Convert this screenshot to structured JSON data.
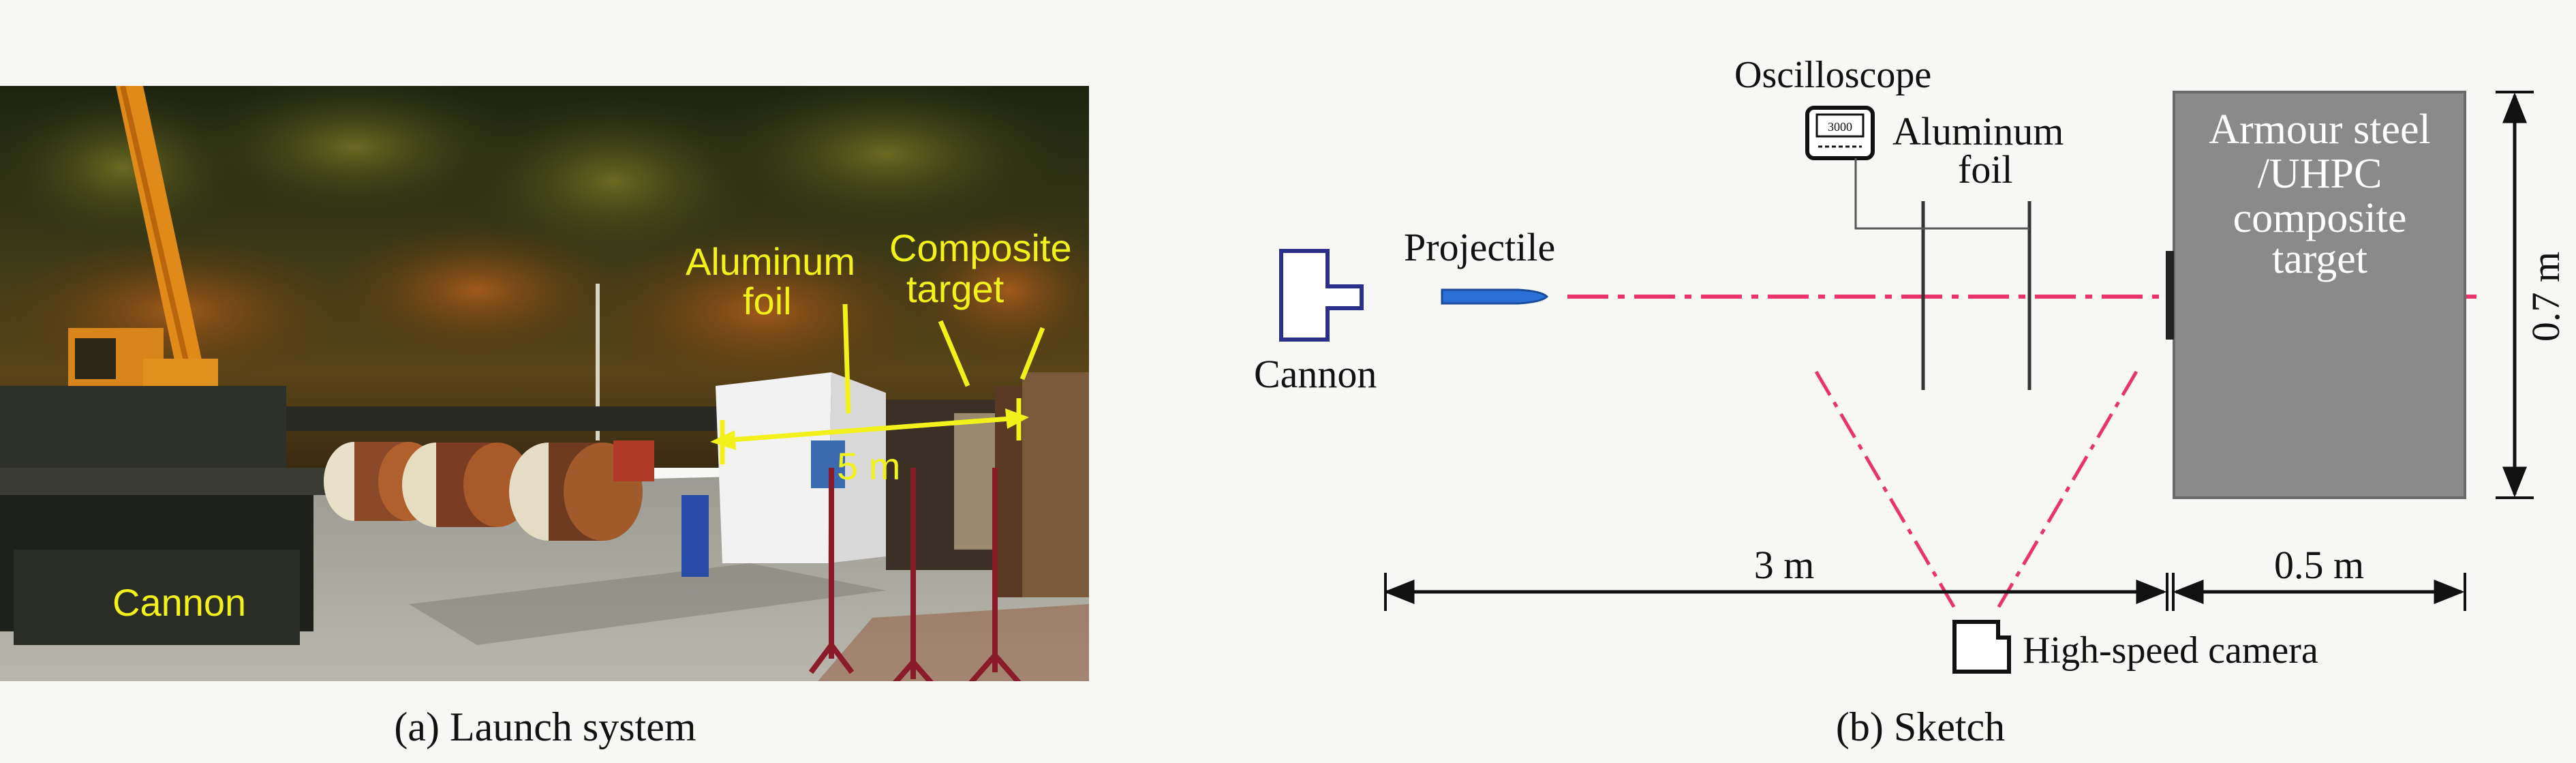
{
  "panel_a": {
    "caption": "(a) Launch system",
    "labels": {
      "aluminum_foil_1": "Aluminum",
      "aluminum_foil_2": "foil",
      "composite_target_1": "Composite",
      "composite_target_2": "target",
      "distance": "5 m",
      "cannon": "Cannon"
    }
  },
  "panel_b": {
    "caption": "(b) Sketch",
    "labels": {
      "oscilloscope": "Oscilloscope",
      "oscilloscope_screen": "3000",
      "aluminum_foil_1": "Aluminum",
      "aluminum_foil_2": "foil",
      "target_1": "Armour steel",
      "target_2": "/UHPC",
      "target_3": "composite",
      "target_4": "target",
      "projectile": "Projectile",
      "cannon": "Cannon",
      "height": "0.7 m",
      "distance_cannon_target": "3 m",
      "target_thickness": "0.5 m",
      "camera": "High-speed camera"
    }
  },
  "colors": {
    "trajectory": "#e8346a",
    "projectile": "#2a6fd6",
    "target_fill": "#8a8a8a",
    "label_yellow": "#f2f21a"
  }
}
